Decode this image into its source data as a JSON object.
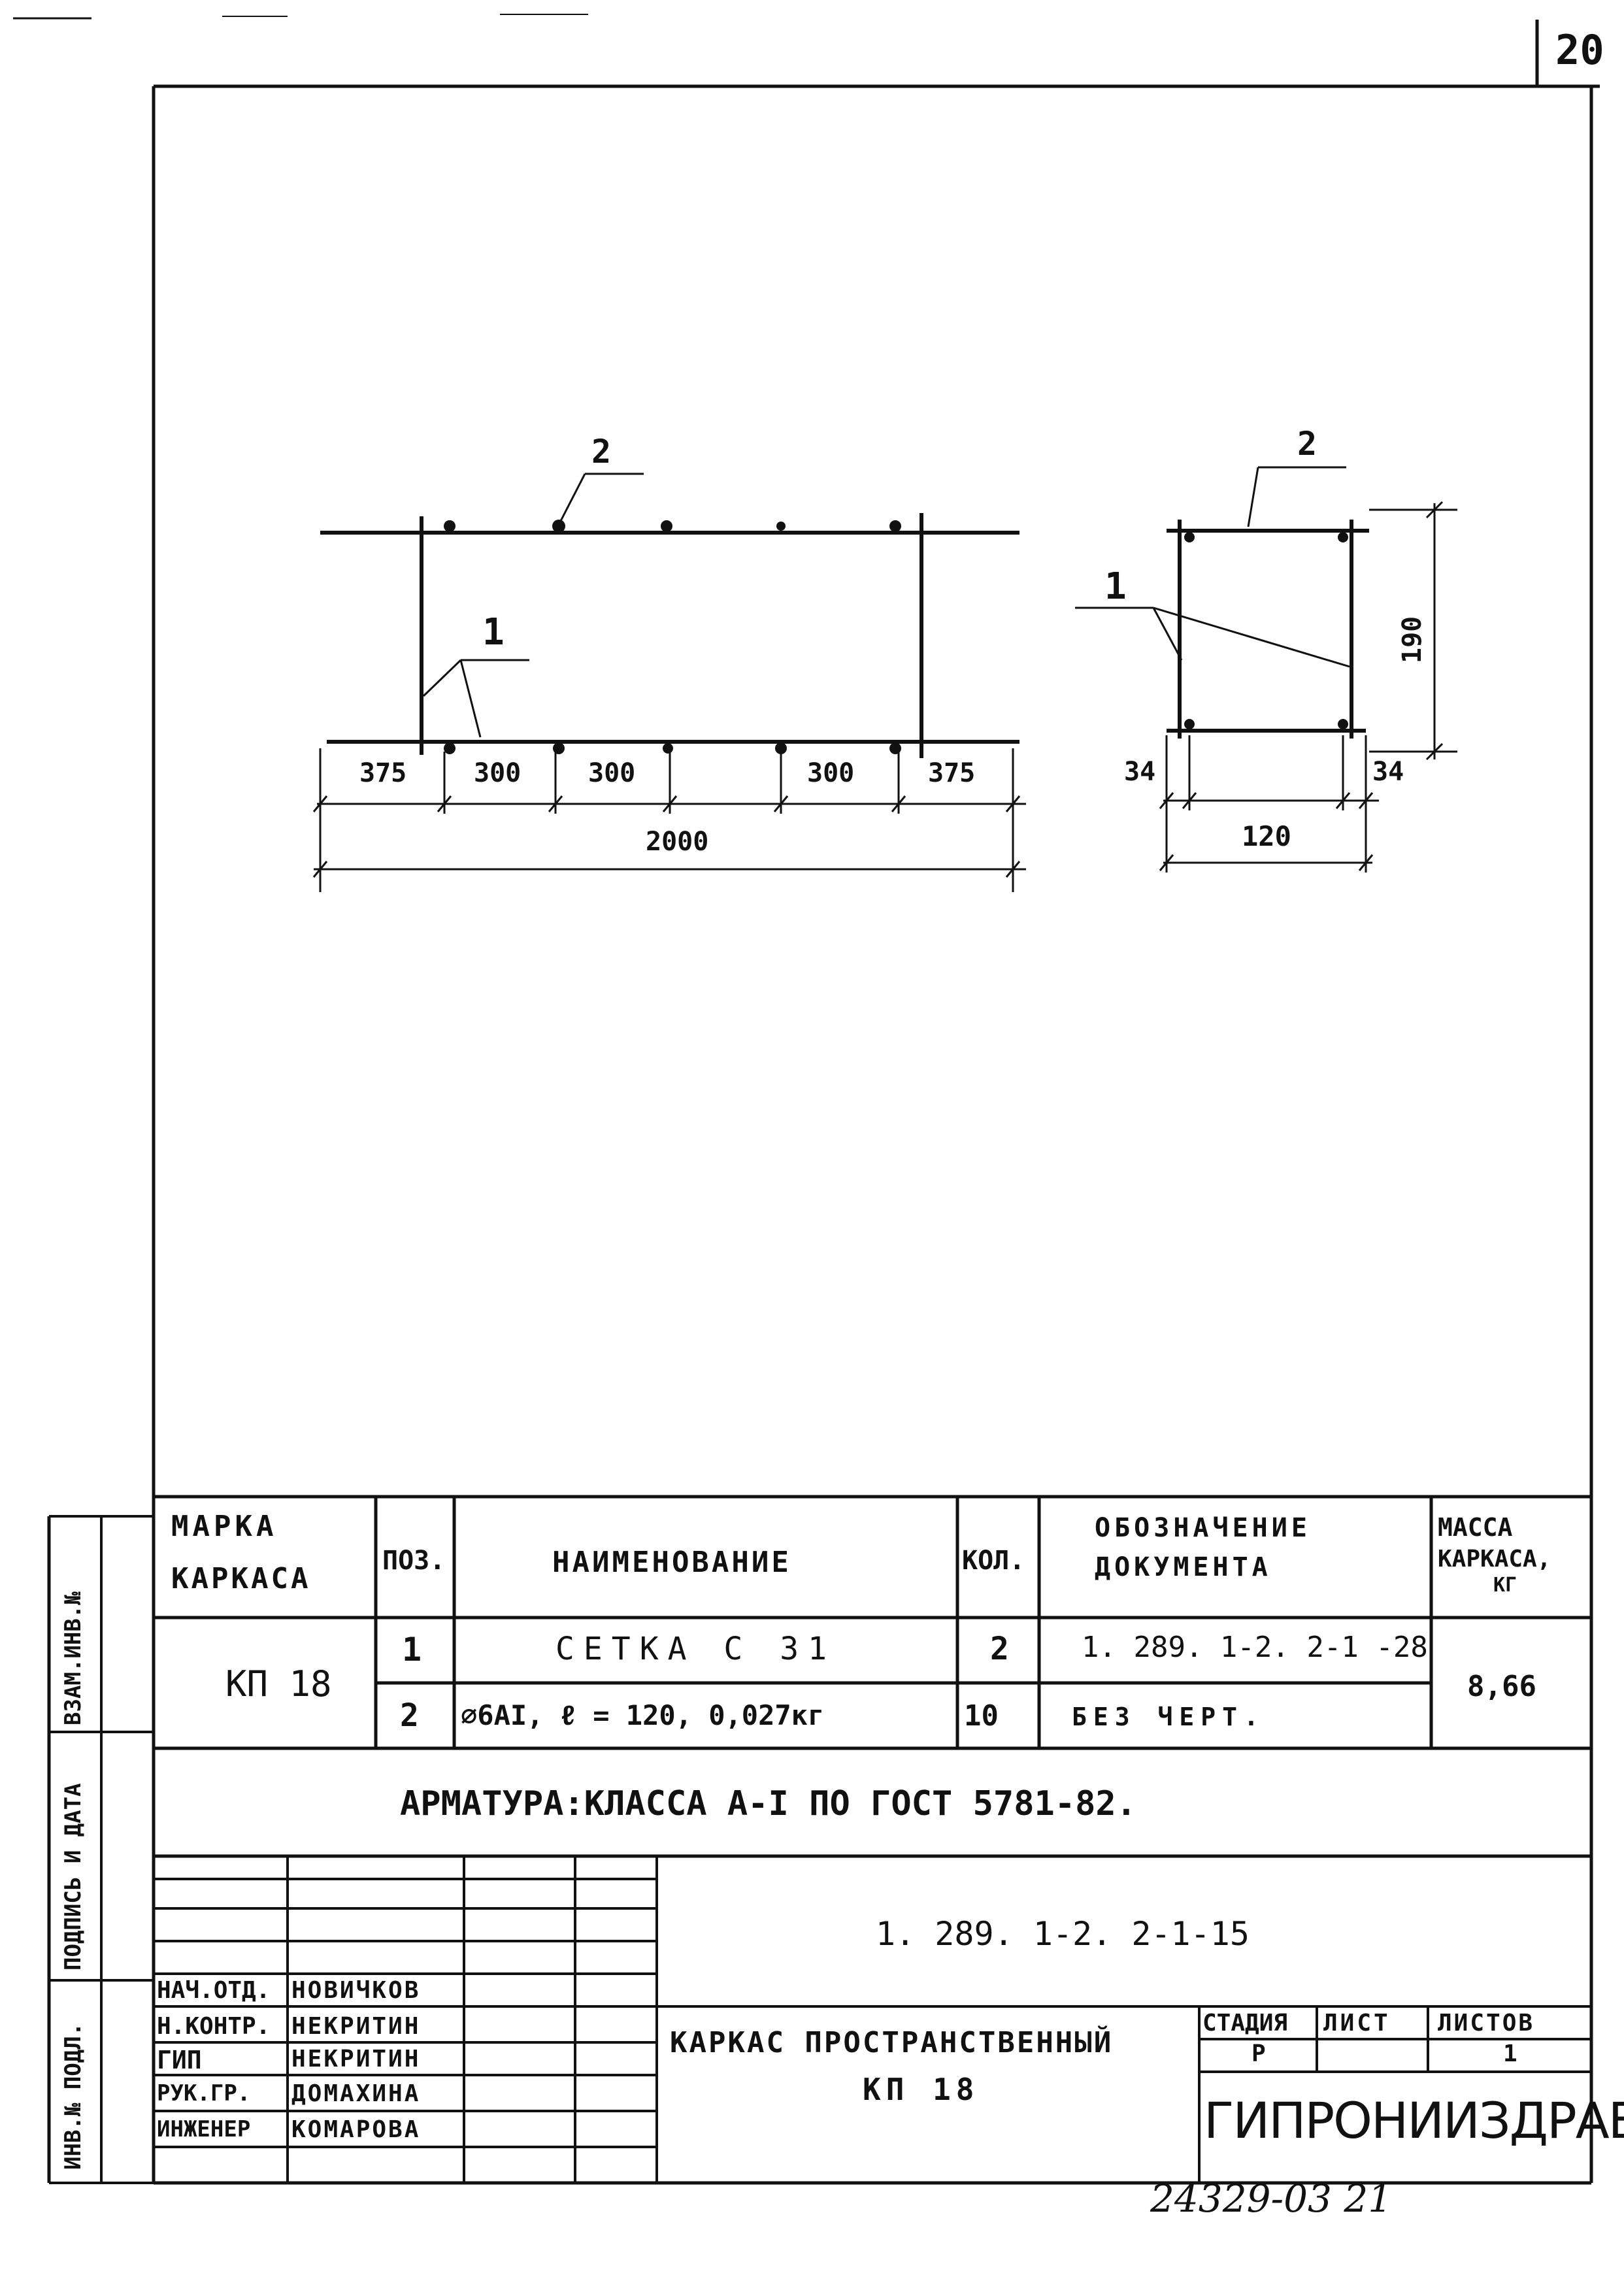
{
  "sheet": {
    "number": "20",
    "bottom_code": "24329-03   21"
  },
  "drawing": {
    "elevation": {
      "callout_pos2": "2",
      "callout_pos1": "1",
      "dims": [
        "375",
        "300",
        "300",
        "300",
        "375"
      ],
      "overall": "2000"
    },
    "section": {
      "callout_pos2": "2",
      "callout_pos1": "1",
      "height": "190",
      "left_cover": "34",
      "right_cover": "34",
      "width": "120"
    }
  },
  "spec": {
    "headers": {
      "mark": "МАРКА КАРКАСА",
      "mark_line1": "МАРКА",
      "mark_line2": "КАРКАСА",
      "pos": "ПОЗ.",
      "name": "НАИМЕНОВАНИЕ",
      "qty": "КОЛ.",
      "doc_line1": "ОБОЗНАЧЕНИЕ",
      "doc_line2": "ДОКУМЕНТА",
      "mass_line1": "МАССА",
      "mass_line2": "КАРКАСА,",
      "mass_line3": "КГ"
    },
    "mark": "КП 18",
    "mass": "8,66",
    "rows": [
      {
        "pos": "1",
        "name": "СЕТКА С 31",
        "qty": "2",
        "doc": "1. 289. 1-2. 2-1 -28"
      },
      {
        "pos": "2",
        "name": "⌀6АI, ℓ = 120,    0,027кг",
        "qty": "10",
        "doc": "БЕЗ ЧЕРТ."
      }
    ],
    "note": "АРМАТУРА:КЛАССА А-I ПО ГОСТ 5781-82."
  },
  "title_block": {
    "doc_code": "1. 289. 1-2. 2-1-15",
    "title_line1": "КАРКАС ПРОСТРАНСТВЕННЫЙ",
    "title_line2": "КП 18",
    "stage_label": "СТАДИЯ",
    "sheet_label": "ЛИСТ",
    "sheets_label": "ЛИСТОВ",
    "stage": "Р",
    "sheet": "",
    "sheets": "1",
    "org": "ГИПРОНИИЗДРАВ",
    "signatures": [
      {
        "role": "НАЧ.ОТД.",
        "name": "НОВИЧКОВ"
      },
      {
        "role": "Н.КОНТР.",
        "name": "НЕКРИТИН"
      },
      {
        "role": "ГИП",
        "name": "НЕКРИТИН"
      },
      {
        "role": "РУК.ГР.",
        "name": "ДОМАХИНА"
      },
      {
        "role": "ИНЖЕНЕР",
        "name": "КОМАРОВА"
      }
    ]
  },
  "side_stamp": {
    "inv_orig": "ИНВ.№ ПОДЛ.",
    "sign_date": "ПОДПИСЬ И ДАТА",
    "inv_repl": "ВЗАМ.ИНВ.№"
  }
}
